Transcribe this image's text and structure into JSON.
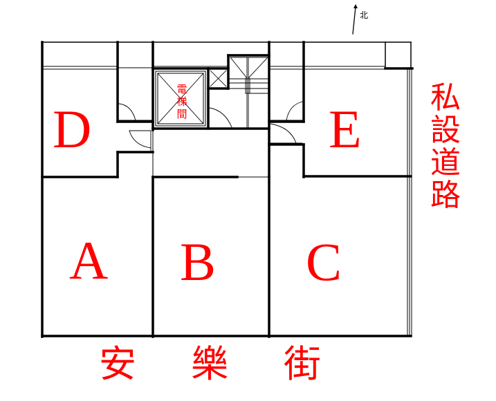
{
  "colors": {
    "label": "#ff0000",
    "wall": "#000000",
    "background": "#ffffff"
  },
  "compass": {
    "label": "北",
    "icon": "north-arrow-icon"
  },
  "units": {
    "A": "A",
    "B": "B",
    "C": "C",
    "D": "D",
    "E": "E"
  },
  "elevator": {
    "chars": [
      "電",
      "梯",
      "間"
    ]
  },
  "street_bottom": {
    "chars": [
      "安",
      "樂",
      "街"
    ]
  },
  "road_right": {
    "chars": [
      "私",
      "設",
      "道",
      "路"
    ]
  }
}
